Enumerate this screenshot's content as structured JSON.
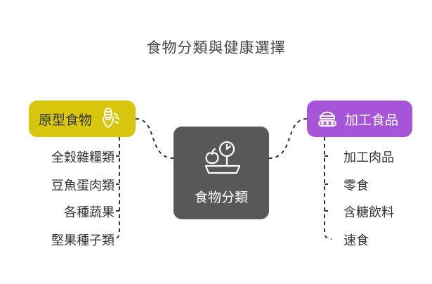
{
  "title": "食物分類與健康選擇",
  "center": {
    "label": "食物分類"
  },
  "left_branch": {
    "label": "原型食物",
    "items": [
      "全穀雜糧類",
      "豆魚蛋肉類",
      "各種蔬果",
      "堅果種子類"
    ]
  },
  "right_branch": {
    "label": "加工食品",
    "items": [
      "加工肉品",
      "零食",
      "含糖飲料",
      "速食"
    ]
  },
  "colors": {
    "left": "#d8c60c",
    "right": "#a654d8",
    "center": "#585858"
  },
  "icons": {
    "center": "balance-scale-apple-icon",
    "left": "corn-wheat-icon",
    "right": "conveyor-food-icon"
  }
}
